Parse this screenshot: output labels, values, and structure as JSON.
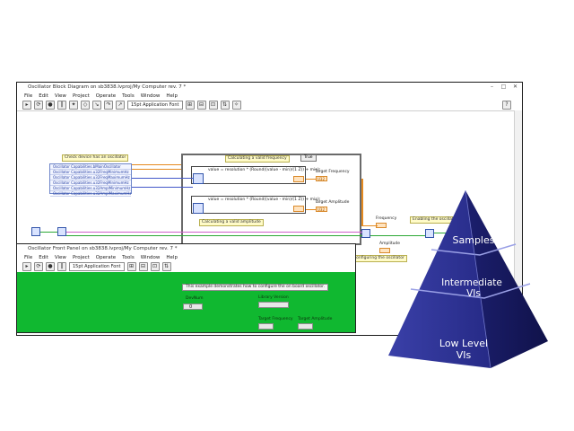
{
  "block_diagram": {
    "title": "Oscillator Block Diagram on sb3838.lvproj/My Computer rev. 7 *",
    "menu": [
      "File",
      "Edit",
      "View",
      "Project",
      "Operate",
      "Tools",
      "Window",
      "Help"
    ],
    "font_selector": "15pt Application Font",
    "labels": {
      "check_device": "Check device has an oscillator",
      "calc_frequency": "Calculating a valid frequency",
      "calc_amplitude": "Calculating a valid amplitude",
      "case_selector": "True",
      "formula_1": "value = resolution * (Round((value - min)/(1 Z)) + min);",
      "formula_2": "value = resolution * (Round((value - min)/(1 Z)) + min);",
      "target_frequency": "Target Frequency",
      "target_amplitude": "Target Amplitude",
      "frequency": "Frequency",
      "amplitude": "Amplitude",
      "enabling": "Enabling the oscillator",
      "configuring": "Configuring the oscillator"
    },
    "bundle_items": [
      "Oscillator Capabilities.bMainOscillator",
      "Oscillator Capabilities.u32FreqMinimumHz",
      "Oscillator Capabilities.u32FreqMaximumHz",
      "Oscillator Capabilities.u32FreqMinimumHz",
      "Oscillator Capabilities.u32AmplMinimumHz",
      "Oscillator Capabilities.u32AmplMaximumHz"
    ]
  },
  "front_panel": {
    "title": "Oscillator Front Panel on sb3838.lvproj/My Computer rev. 7 *",
    "menu": [
      "File",
      "Edit",
      "View",
      "Project",
      "Operate",
      "Tools",
      "Window",
      "Help"
    ],
    "font_selector": "15pt Application Font",
    "description": "This example demonstrates how to configure the on board oscillator.",
    "dev_num_label": "DevNum",
    "dev_num_value": "0",
    "library_version_label": "Library Version",
    "target_frequency_label": "Target Frequency",
    "target_amplitude_label": "Target Amplitude"
  },
  "pyramid": {
    "top": "Samples",
    "middle_line1": "Intermediate",
    "middle_line2": "VIs",
    "bottom_line1": "Low Level",
    "bottom_line2": "VIs",
    "colors": {
      "face_dark": "#1c1f6e",
      "face_light": "#3a40a8",
      "edge": "#9aa0e6"
    }
  }
}
